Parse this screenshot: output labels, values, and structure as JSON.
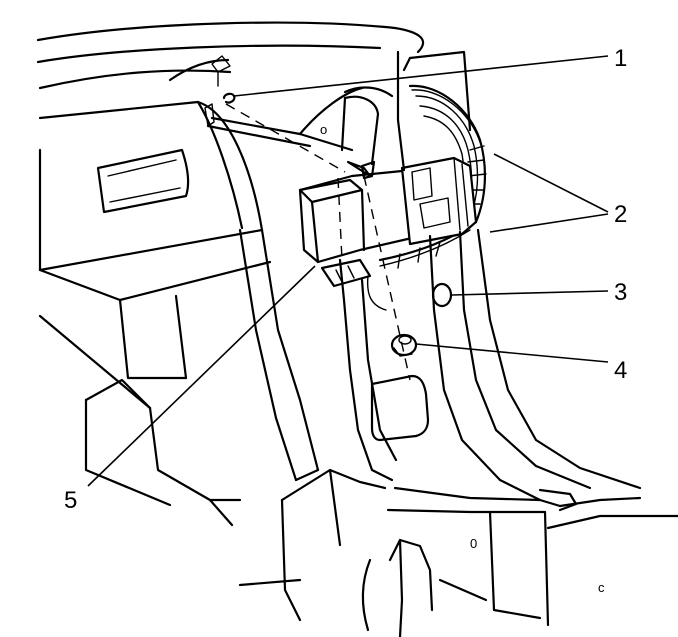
{
  "callouts": [
    {
      "id": "1",
      "label": "1"
    },
    {
      "id": "2",
      "label": "2"
    },
    {
      "id": "3",
      "label": "3"
    },
    {
      "id": "4",
      "label": "4"
    },
    {
      "id": "5",
      "label": "5"
    }
  ],
  "part_marks": {
    "upper_hole": "o",
    "lower_hole": "0",
    "edge_mark": "c"
  }
}
